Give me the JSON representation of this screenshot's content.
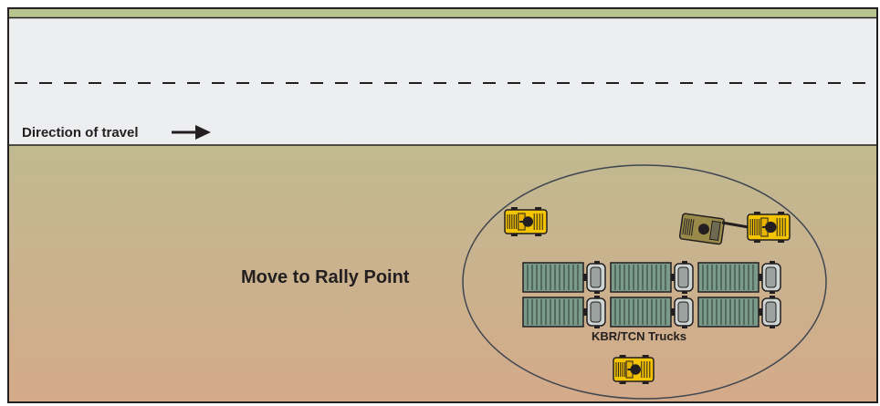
{
  "road": {
    "direction_label": "Direction of travel"
  },
  "rally_point": {
    "label": "Move to Rally Point"
  },
  "trucks": {
    "label": "KBR/TCN Trucks",
    "count": 6
  },
  "escort_vehicles": {
    "icon": "armored-vehicle-icon",
    "count": 3
  },
  "recovery_vehicle": {
    "icon": "wrecker-vehicle-icon",
    "towing": true
  },
  "colors": {
    "border": "#231f20",
    "road": "#eceef0",
    "ground_top": "#b6c294",
    "ground_bottom": "#d4aa8a",
    "truck_body": "#7a9a8a",
    "vehicle_yellow": "#f5c400"
  }
}
